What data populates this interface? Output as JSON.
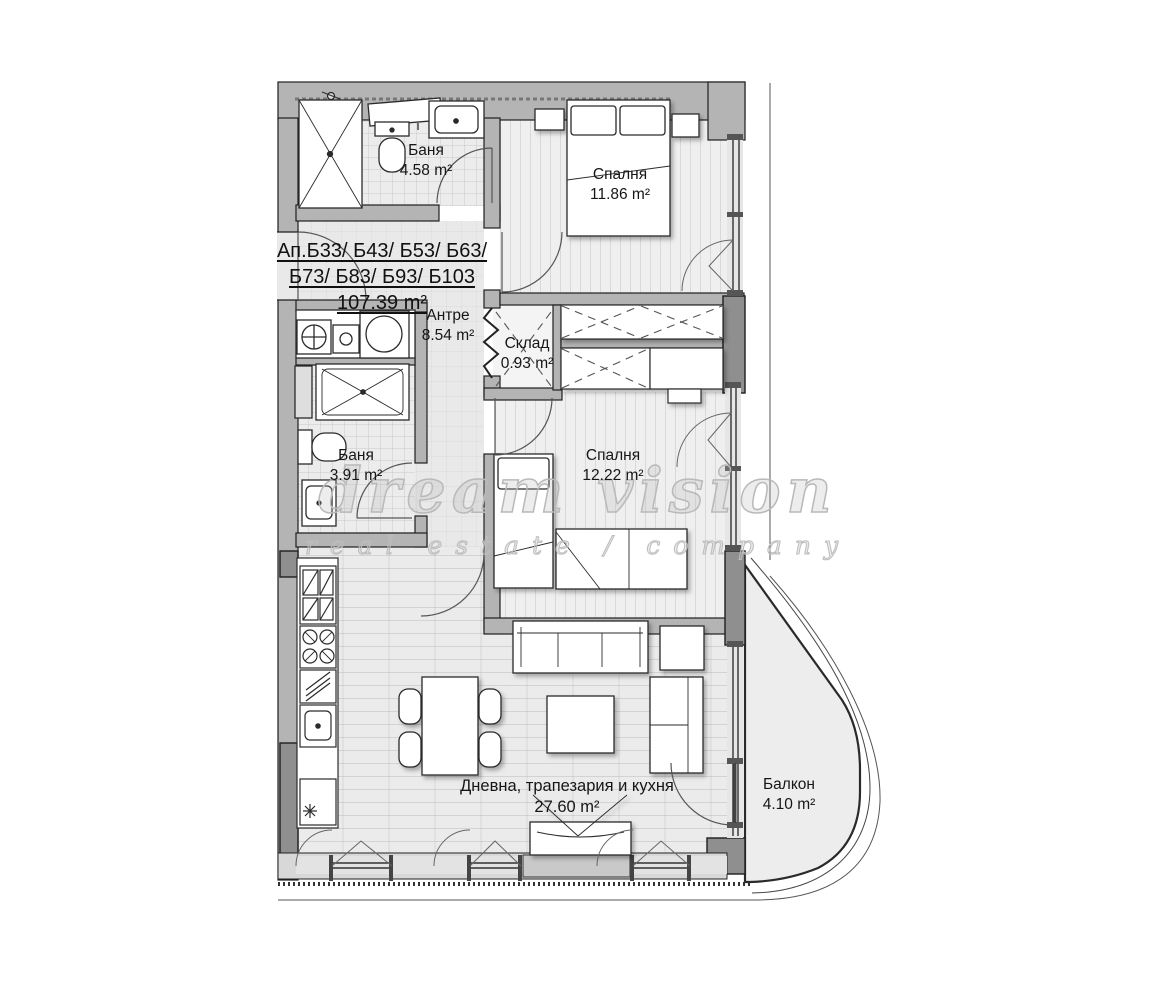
{
  "plan": {
    "title": {
      "line1": "Ап.Б33/ Б43/ Б53/ Б63/",
      "line2": "Б73/ Б83/ Б93/ Б103",
      "area": "107.39 m²"
    },
    "rooms": {
      "bathroom1": {
        "name": "Баня",
        "area": "4.58 m²"
      },
      "bedroom1": {
        "name": "Спалня",
        "area": "11.86 m²"
      },
      "hallway": {
        "name": "Антре",
        "area": "8.54 m²"
      },
      "storage": {
        "name": "Склад",
        "area": "0.93 m²"
      },
      "bathroom2": {
        "name": "Баня",
        "area": "3.91 m²"
      },
      "bedroom2": {
        "name": "Спалня",
        "area": "12.22 m²"
      },
      "living": {
        "name": "Дневна, трапезария и кухня",
        "area": "27.60 m²"
      },
      "balcony": {
        "name": "Балкон",
        "area": "4.10 m²"
      }
    },
    "watermark": {
      "line1": "dream vision",
      "line2": "real estate / company"
    },
    "colors": {
      "wall": "#b4b4b4",
      "dark_column": "#8f8f8f",
      "floor": "#eaeaea",
      "line": "#1f1f1f",
      "watermark": "#bdbdbd",
      "background": "#ffffff"
    }
  }
}
